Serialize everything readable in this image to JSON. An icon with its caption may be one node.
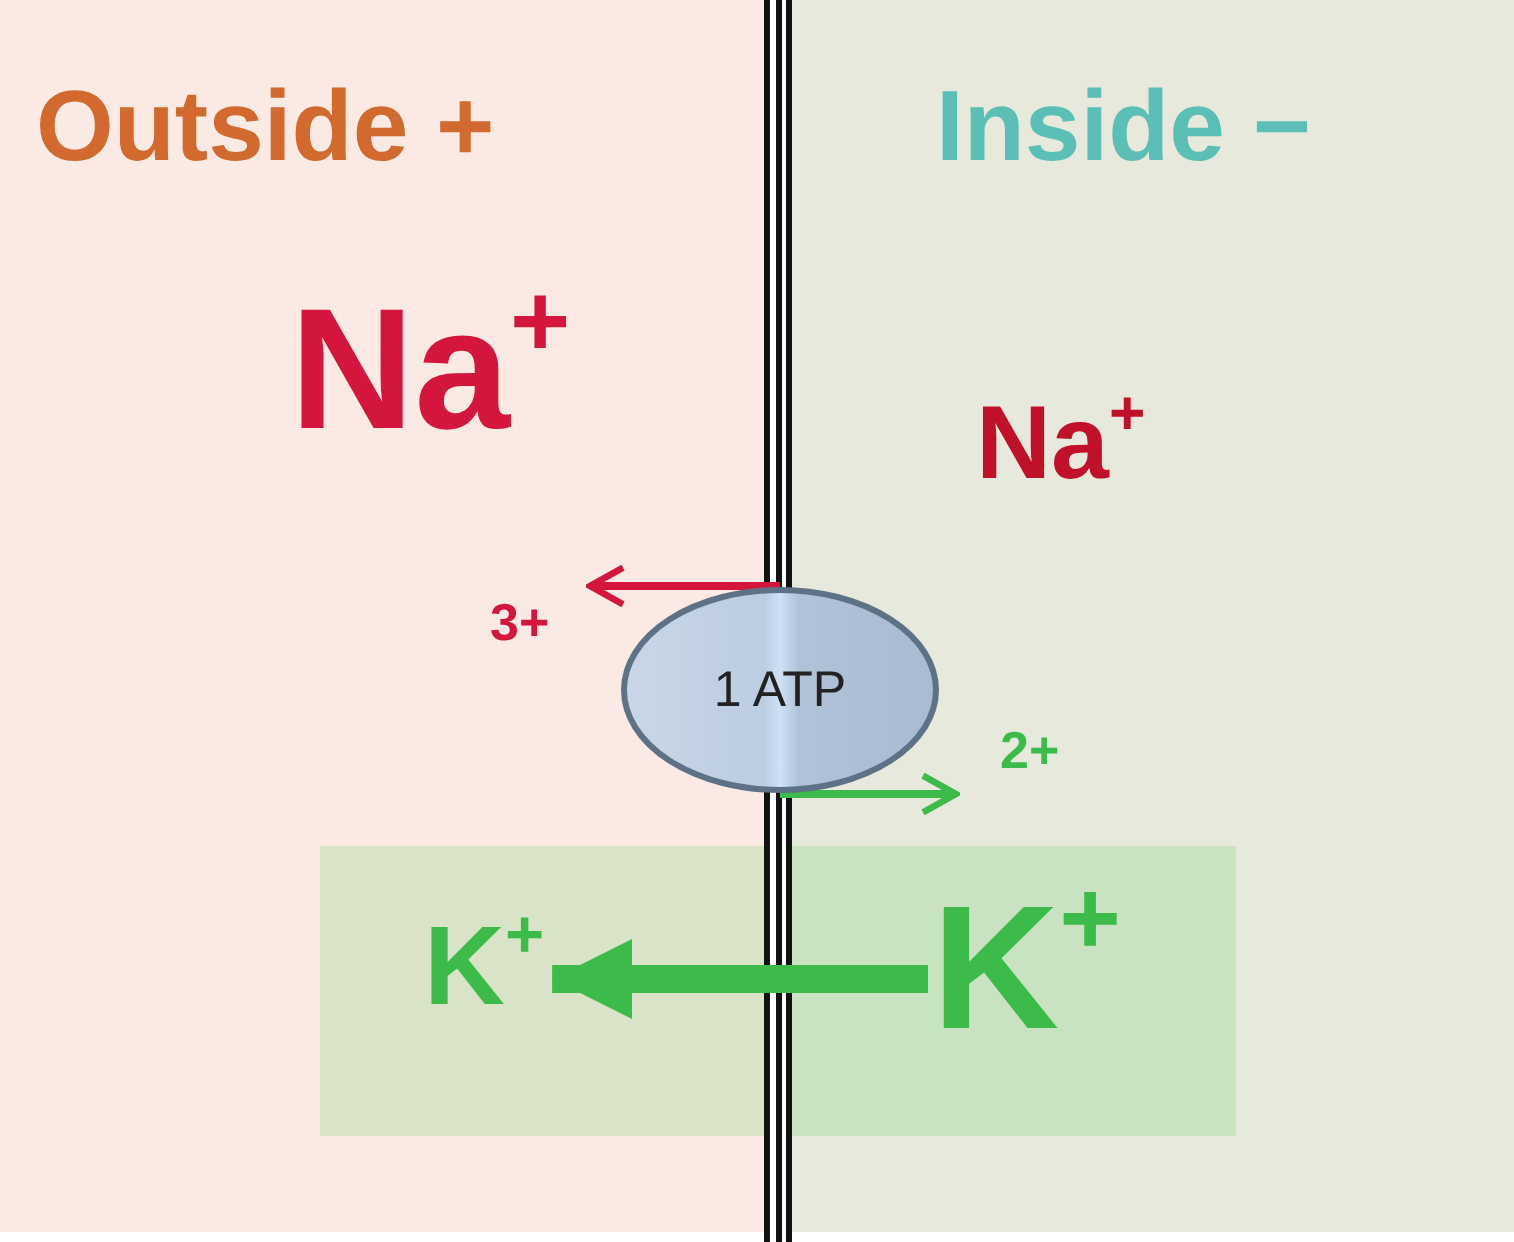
{
  "diagram": {
    "nodes": [
      {
        "text": [
          "Outside +"
        ]
      },
      {
        "text": [
          "Inside −"
        ]
      },
      {
        "text": [
          "1 ATP"
        ]
      },
      {
        "text": [
          "K$^{+}$"
        ],
        "in": 0
      },
      {
        "text": [
          "K$^{+}$"
        ],
        "in": 1
      }
    ],
    "edges": [
      {
        "from": 2,
        "to": null,
        "arrow": "to",
        "label": "3+",
        "color": "#d4163c"
      },
      {
        "from": 2,
        "to": null,
        "arrow": "to",
        "label": "2+"
      },
      {
        "from": 4,
        "to": 3,
        "arrow": "to",
        "style": "thick"
      }
    ],
    "labels": [
      "Na$^{+}$",
      "Na$^{+}$"
    ]
  }
}
